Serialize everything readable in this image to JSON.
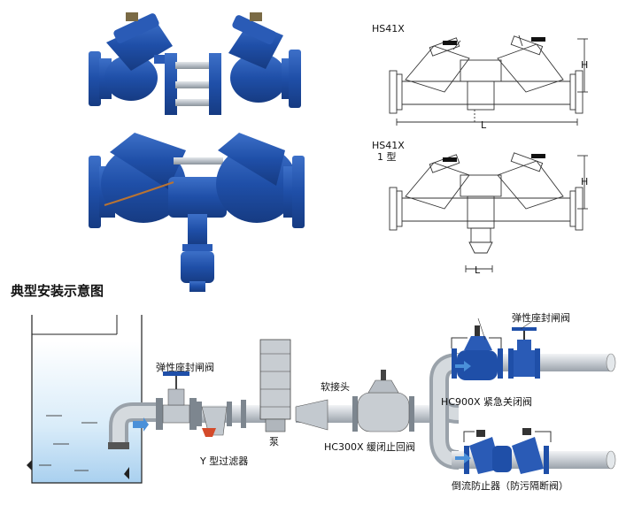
{
  "drawings": {
    "top_model": "HS41X",
    "bottom_model": "HS41X",
    "bottom_type": "1 型",
    "dim_h": "H",
    "dim_l": "L"
  },
  "section_title": "典型安装示意图",
  "labels": {
    "gate_valve_left": "弹性座封闸阀",
    "y_strainer": "Y 型过滤器",
    "pump": "泵",
    "flex_joint": "软接头",
    "check_valve": "HC300X 缓闭止回阀",
    "gate_valve_right": "弹性座封闸阀",
    "emergency_valve": "HC900X 紧急关闭阀",
    "backflow_preventer": "倒流防止器（防污隔断阀）"
  },
  "colors": {
    "valve_blue": "#1f4fa8",
    "water_blue": "#cfe6f7",
    "pipe_gray": "#bfc5cc",
    "line_black": "#222222"
  }
}
